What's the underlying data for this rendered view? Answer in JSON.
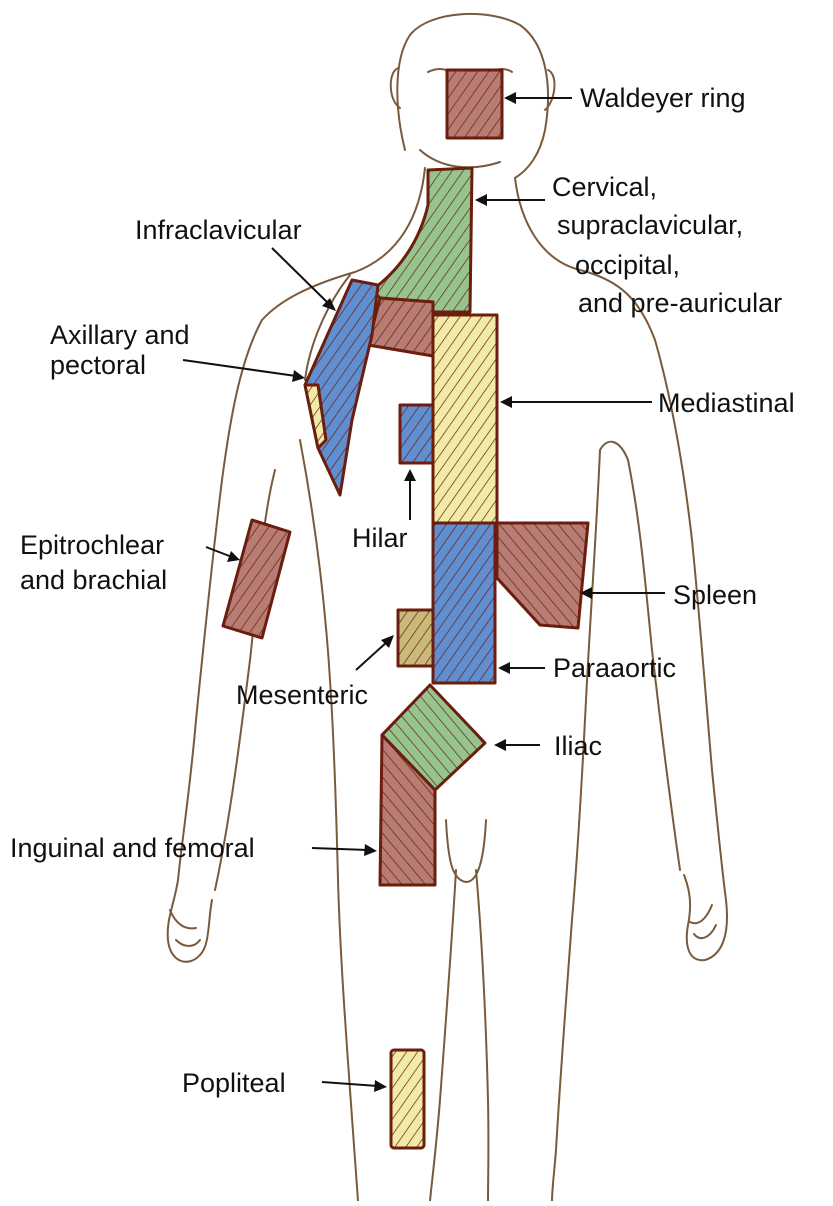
{
  "colors": {
    "red": "#b77c74",
    "green": "#96c48f",
    "blue": "#5f8fd0",
    "yellow": "#f1eba7",
    "olive": "#c9b97a",
    "outline": "#6b1d0e"
  },
  "labels": {
    "waldeyer": "Waldeyer ring",
    "cervical_1": "Cervical,",
    "cervical_2": "supraclavicular,",
    "cervical_3": "occipital,",
    "cervical_4": "and pre-auricular",
    "infraclavicular": "Infraclavicular",
    "axillary_1": "Axillary and",
    "axillary_2": "pectoral",
    "mediastinal": "Mediastinal",
    "hilar": "Hilar",
    "epitrochlear_1": "Epitrochlear",
    "epitrochlear_2": "and brachial",
    "spleen": "Spleen",
    "mesenteric": "Mesenteric",
    "paraaortic": "Paraaortic",
    "iliac": "Iliac",
    "inguinal": "Inguinal and femoral",
    "popliteal": "Popliteal"
  }
}
